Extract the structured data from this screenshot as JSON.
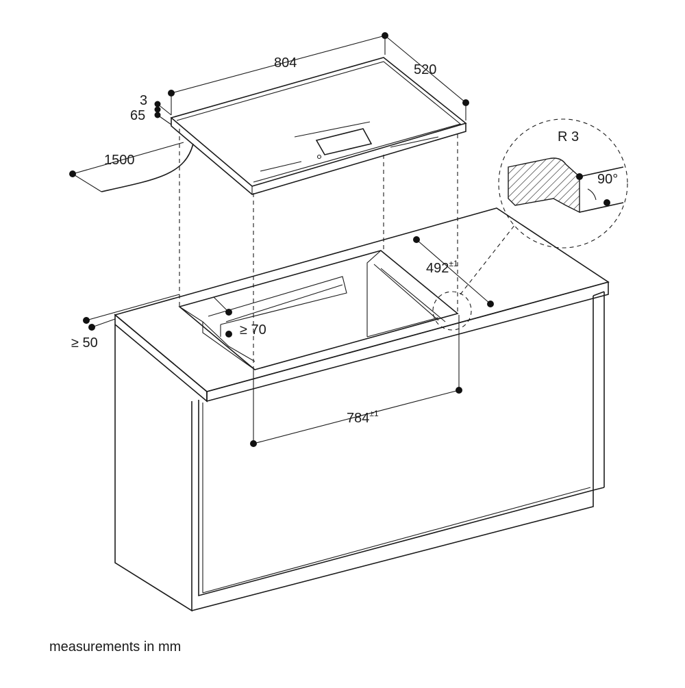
{
  "dimensions": {
    "hob_width": "804",
    "hob_depth": "520",
    "glass_thickness": "3",
    "hob_height": "65",
    "cable_length": "1500",
    "cutout_depth": "492",
    "cutout_depth_tol": "±1",
    "cutout_width": "784",
    "cutout_width_tol": "±1",
    "min_side_gap": "≥ 70",
    "min_front_gap": "≥ 50"
  },
  "detail": {
    "radius": "R 3",
    "angle": "90°"
  },
  "caption": "measurements in mm"
}
